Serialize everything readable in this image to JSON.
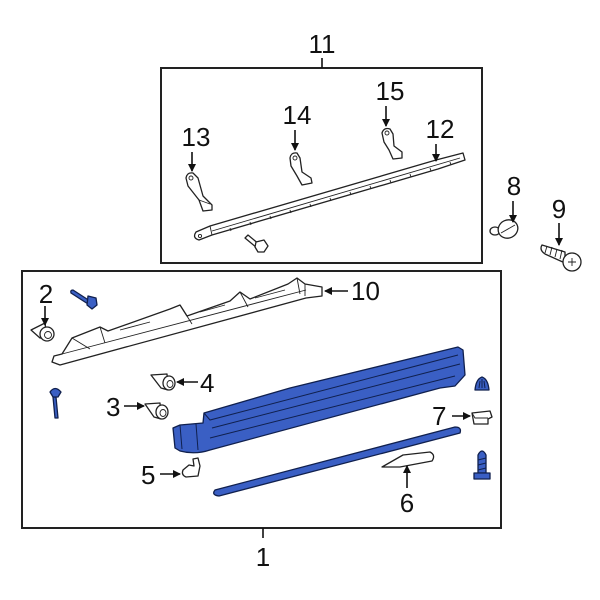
{
  "diagram": {
    "type": "exploded-parts-diagram",
    "colors": {
      "highlight_blue": "#3a5fc4",
      "outline": "#222222",
      "background": "#ffffff"
    },
    "groups": [
      {
        "id": "upper-box",
        "callout": "11",
        "contains": [
          "12",
          "13",
          "14",
          "15"
        ]
      },
      {
        "id": "lower-box",
        "callout": "1",
        "contains": [
          "2",
          "3",
          "4",
          "5",
          "6",
          "7",
          "10"
        ]
      }
    ],
    "callouts": {
      "c1": "1",
      "c2": "2",
      "c3": "3",
      "c4": "4",
      "c5": "5",
      "c6": "6",
      "c7": "7",
      "c8": "8",
      "c9": "9",
      "c10": "10",
      "c11": "11",
      "c12": "12",
      "c13": "13",
      "c14": "14",
      "c15": "15"
    },
    "highlighted_parts": [
      "rocker-panel-molding",
      "lower-molding-strip",
      "blue-bolt",
      "blue-pin",
      "blue-clip",
      "blue-screw"
    ]
  }
}
